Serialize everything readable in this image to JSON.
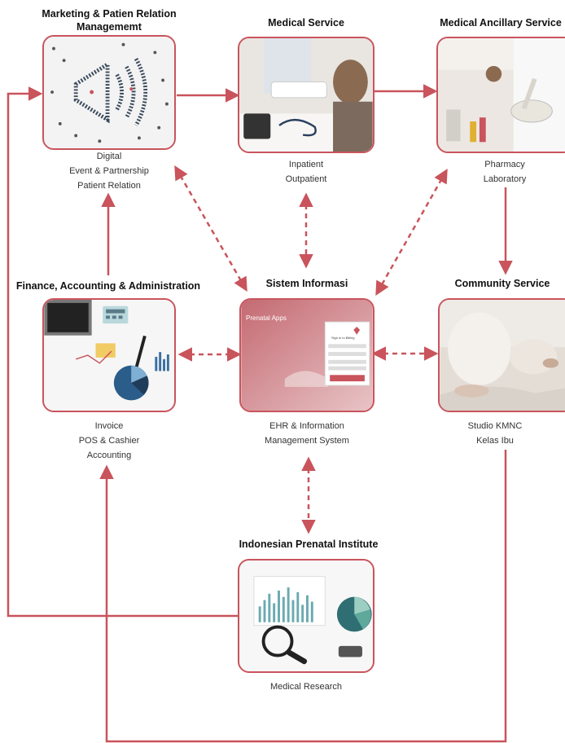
{
  "nodes": {
    "marketing": {
      "title_lines": [
        "Marketing & Patien Relation",
        "Managememt"
      ],
      "items": [
        "Digital",
        "Event & Partnership",
        "Patient Relation"
      ]
    },
    "medical": {
      "title_lines": [
        "Medical Service"
      ],
      "items": [
        "Inpatient",
        "Outpatient"
      ]
    },
    "ancillary": {
      "title_lines": [
        "Medical Ancillary Service"
      ],
      "items": [
        "Pharmacy",
        "Laboratory"
      ]
    },
    "finance": {
      "title_lines": [
        "Finance, Accounting & Administration"
      ],
      "items": [
        "Invoice",
        "POS & Cashier",
        "Accounting"
      ]
    },
    "sistem": {
      "title_lines": [
        "Sistem Informasi"
      ],
      "items": [
        "EHR & Information",
        "Management System"
      ],
      "screen_title": "Prenatal Apps",
      "login_title": "Sign in to Billing"
    },
    "community": {
      "title_lines": [
        "Community Service"
      ],
      "items": [
        "Studio KMNC",
        "Kelas Ibu"
      ]
    },
    "institute": {
      "title_lines": [
        "Indonesian Prenatal Institute"
      ],
      "items": [
        "Medical Research"
      ]
    }
  },
  "colors": {
    "accent": "#c9545c",
    "arrow": "#c9545c"
  }
}
